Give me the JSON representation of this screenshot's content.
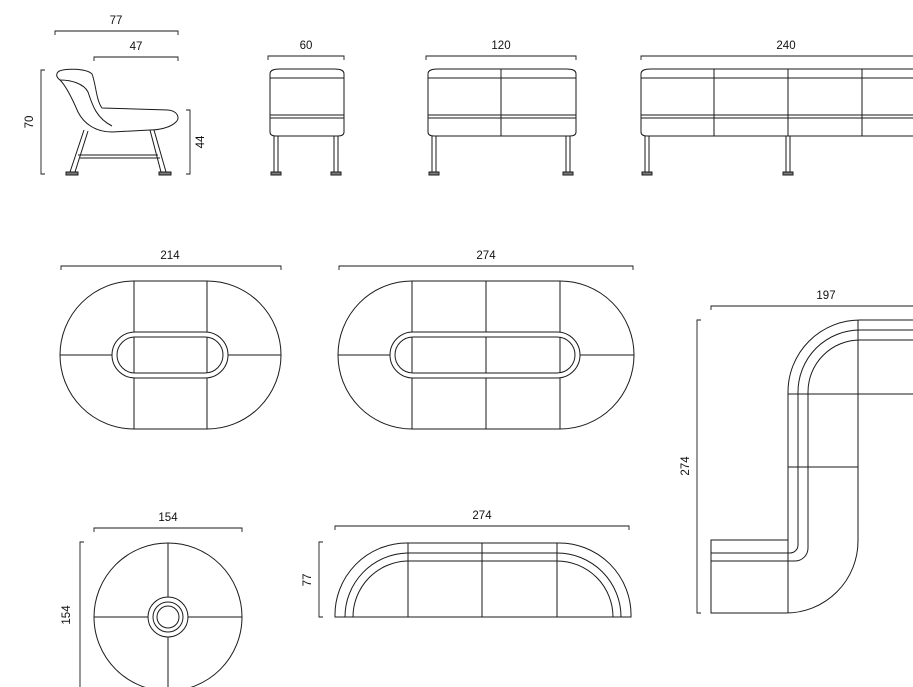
{
  "dimensions": {
    "chair_depth": "77",
    "chair_seat_depth": "47",
    "chair_height": "70",
    "chair_seat_height": "44",
    "module_1_width": "60",
    "module_2_width": "120",
    "module_4_width": "240",
    "oval_small_width": "214",
    "oval_large_width": "274",
    "corner_width": "197",
    "corner_length": "274",
    "round_width": "154",
    "round_height": "154",
    "arc_width": "274",
    "arc_depth": "77"
  }
}
